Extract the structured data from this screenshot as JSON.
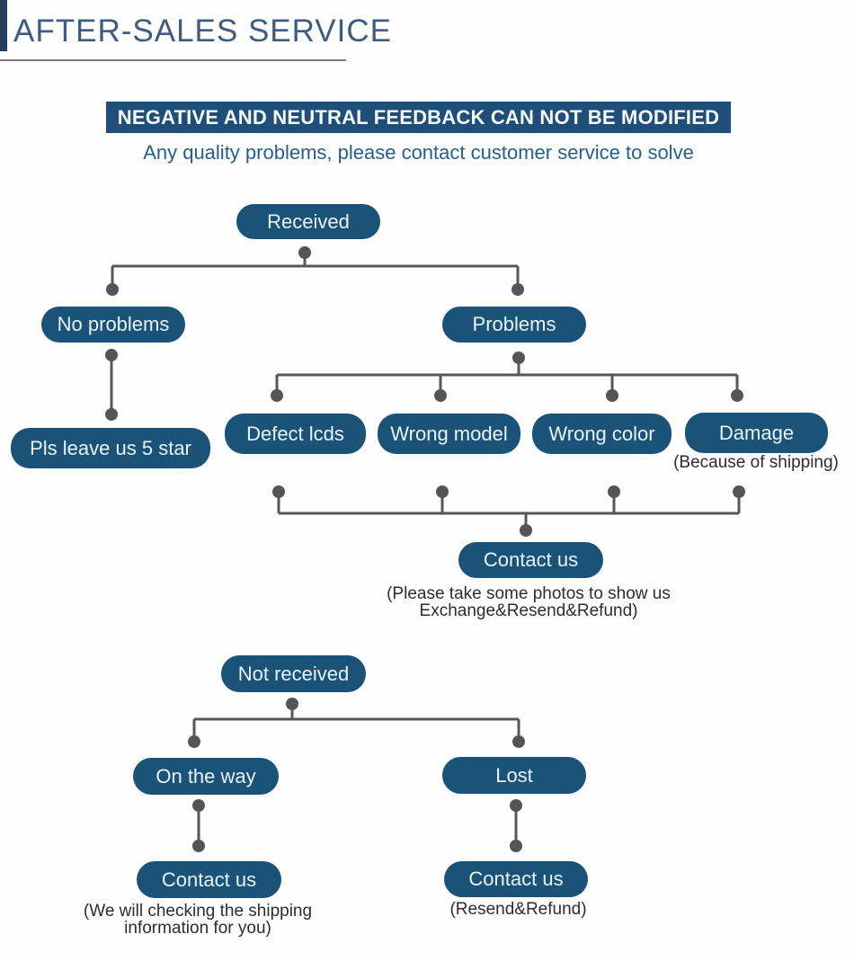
{
  "header": {
    "title": "AFTER-SALES SERVICE",
    "banner": "NEGATIVE AND NEUTRAL FEEDBACK CAN NOT BE MODIFIED",
    "subtitle": "Any quality problems, please contact customer service to solve"
  },
  "colors": {
    "node_fill": "#1b5278",
    "banner_fill": "#1f4e78",
    "title_text": "#3d5c80",
    "subtitle_text": "#265e90",
    "connector": "#58585a",
    "caption_text": "#2d2d2d",
    "accent_bar": "#233f5c"
  },
  "flowchart": {
    "nodes": {
      "received": "Received",
      "no_problems": "No problems",
      "problems": "Problems",
      "pls_leave_5_star": "Pls leave us 5 star",
      "defect_lcds": "Defect lcds",
      "wrong_model": "Wrong model",
      "wrong_color": "Wrong color",
      "damage": "Damage",
      "contact_us_problems": "Contact us",
      "not_received": "Not received",
      "on_the_way": "On the way",
      "lost": "Lost",
      "contact_us_on_the_way": "Contact us",
      "contact_us_lost": "Contact us"
    },
    "captions": {
      "damage_note": "(Because of shipping)",
      "contact_problems_note_line1": "(Please take some photos to show us",
      "contact_problems_note_line2": "Exchange&Resend&Refund)",
      "on_the_way_note_line1": "(We will checking the shipping",
      "on_the_way_note_line2": "information for you)",
      "lost_note": "(Resend&Refund)"
    },
    "edges": [
      "Received -> No problems",
      "Received -> Problems",
      "No problems -> Pls leave us 5 star",
      "Problems -> Defect lcds",
      "Problems -> Wrong model",
      "Problems -> Wrong color",
      "Problems -> Damage",
      "Defect lcds -> Contact us",
      "Wrong model -> Contact us",
      "Wrong color -> Contact us",
      "Damage -> Contact us",
      "Not received -> On the way",
      "Not received -> Lost",
      "On the way -> Contact us",
      "Lost -> Contact us"
    ]
  }
}
